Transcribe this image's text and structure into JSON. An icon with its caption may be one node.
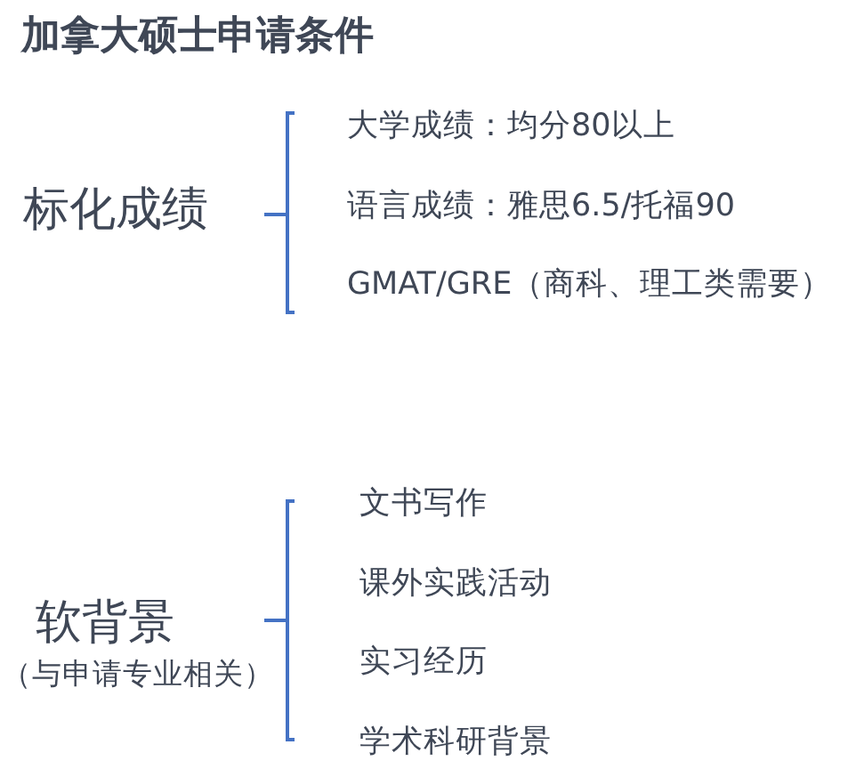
{
  "diagram": {
    "title": "加拿大硕士申请条件",
    "labels": [
      "标化成绩",
      "大学成绩：均分80以上",
      "语言成绩：雅思6.5/托福90",
      "GMAT/GRE（商科、理工类需要）",
      "软背景",
      "（与申请专业相关）",
      "文书写作",
      "课外实践活动",
      "实习经历",
      "学术科研背景"
    ]
  }
}
